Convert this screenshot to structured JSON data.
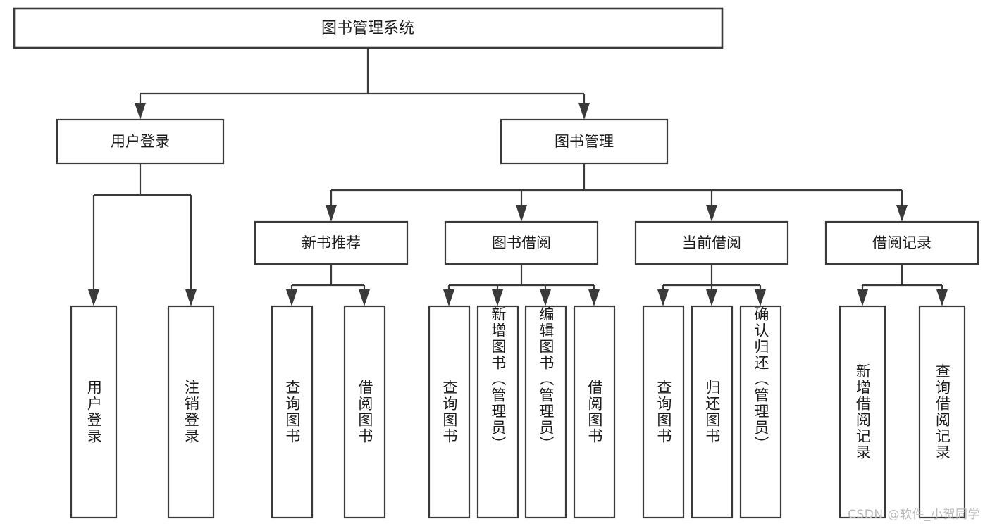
{
  "diagram": {
    "type": "tree-hierarchy-chart",
    "title": "图书管理系统",
    "orientation": "top-down",
    "colors": {
      "box_stroke": "#3a3a3a",
      "box_fill": "#ffffff",
      "link_stroke": "#3a3a3a",
      "text": "#1b1b1b",
      "watermark": "#b9b9b9",
      "background": "#ffffff"
    },
    "watermark": "CSDN @软件_小贺同学",
    "levels": {
      "root": {
        "label": "图书管理系统"
      },
      "level2": [
        {
          "label": "用户登录"
        },
        {
          "label": "图书管理"
        }
      ],
      "level3": [
        {
          "label": "新书推荐"
        },
        {
          "label": "图书借阅"
        },
        {
          "label": "当前借阅"
        },
        {
          "label": "借阅记录"
        }
      ],
      "leaves": [
        {
          "label": "用户登录",
          "parent": "用户登录"
        },
        {
          "label": "注销登录",
          "parent": "用户登录"
        },
        {
          "label": "查询图书",
          "parent": "新书推荐"
        },
        {
          "label": "借阅图书",
          "parent": "新书推荐"
        },
        {
          "label": "查询图书",
          "parent": "图书借阅"
        },
        {
          "label": "新增图书（管理员）",
          "parent": "图书借阅"
        },
        {
          "label": "编辑图书（管理员）",
          "parent": "图书借阅"
        },
        {
          "label": "借阅图书",
          "parent": "图书借阅"
        },
        {
          "label": "查询图书",
          "parent": "当前借阅"
        },
        {
          "label": "归还图书",
          "parent": "当前借阅"
        },
        {
          "label": "确认归还（管理员）",
          "parent": "当前借阅"
        },
        {
          "label": "新增借阅记录",
          "parent": "借阅记录"
        },
        {
          "label": "查询借阅记录",
          "parent": "借阅记录"
        }
      ]
    }
  }
}
